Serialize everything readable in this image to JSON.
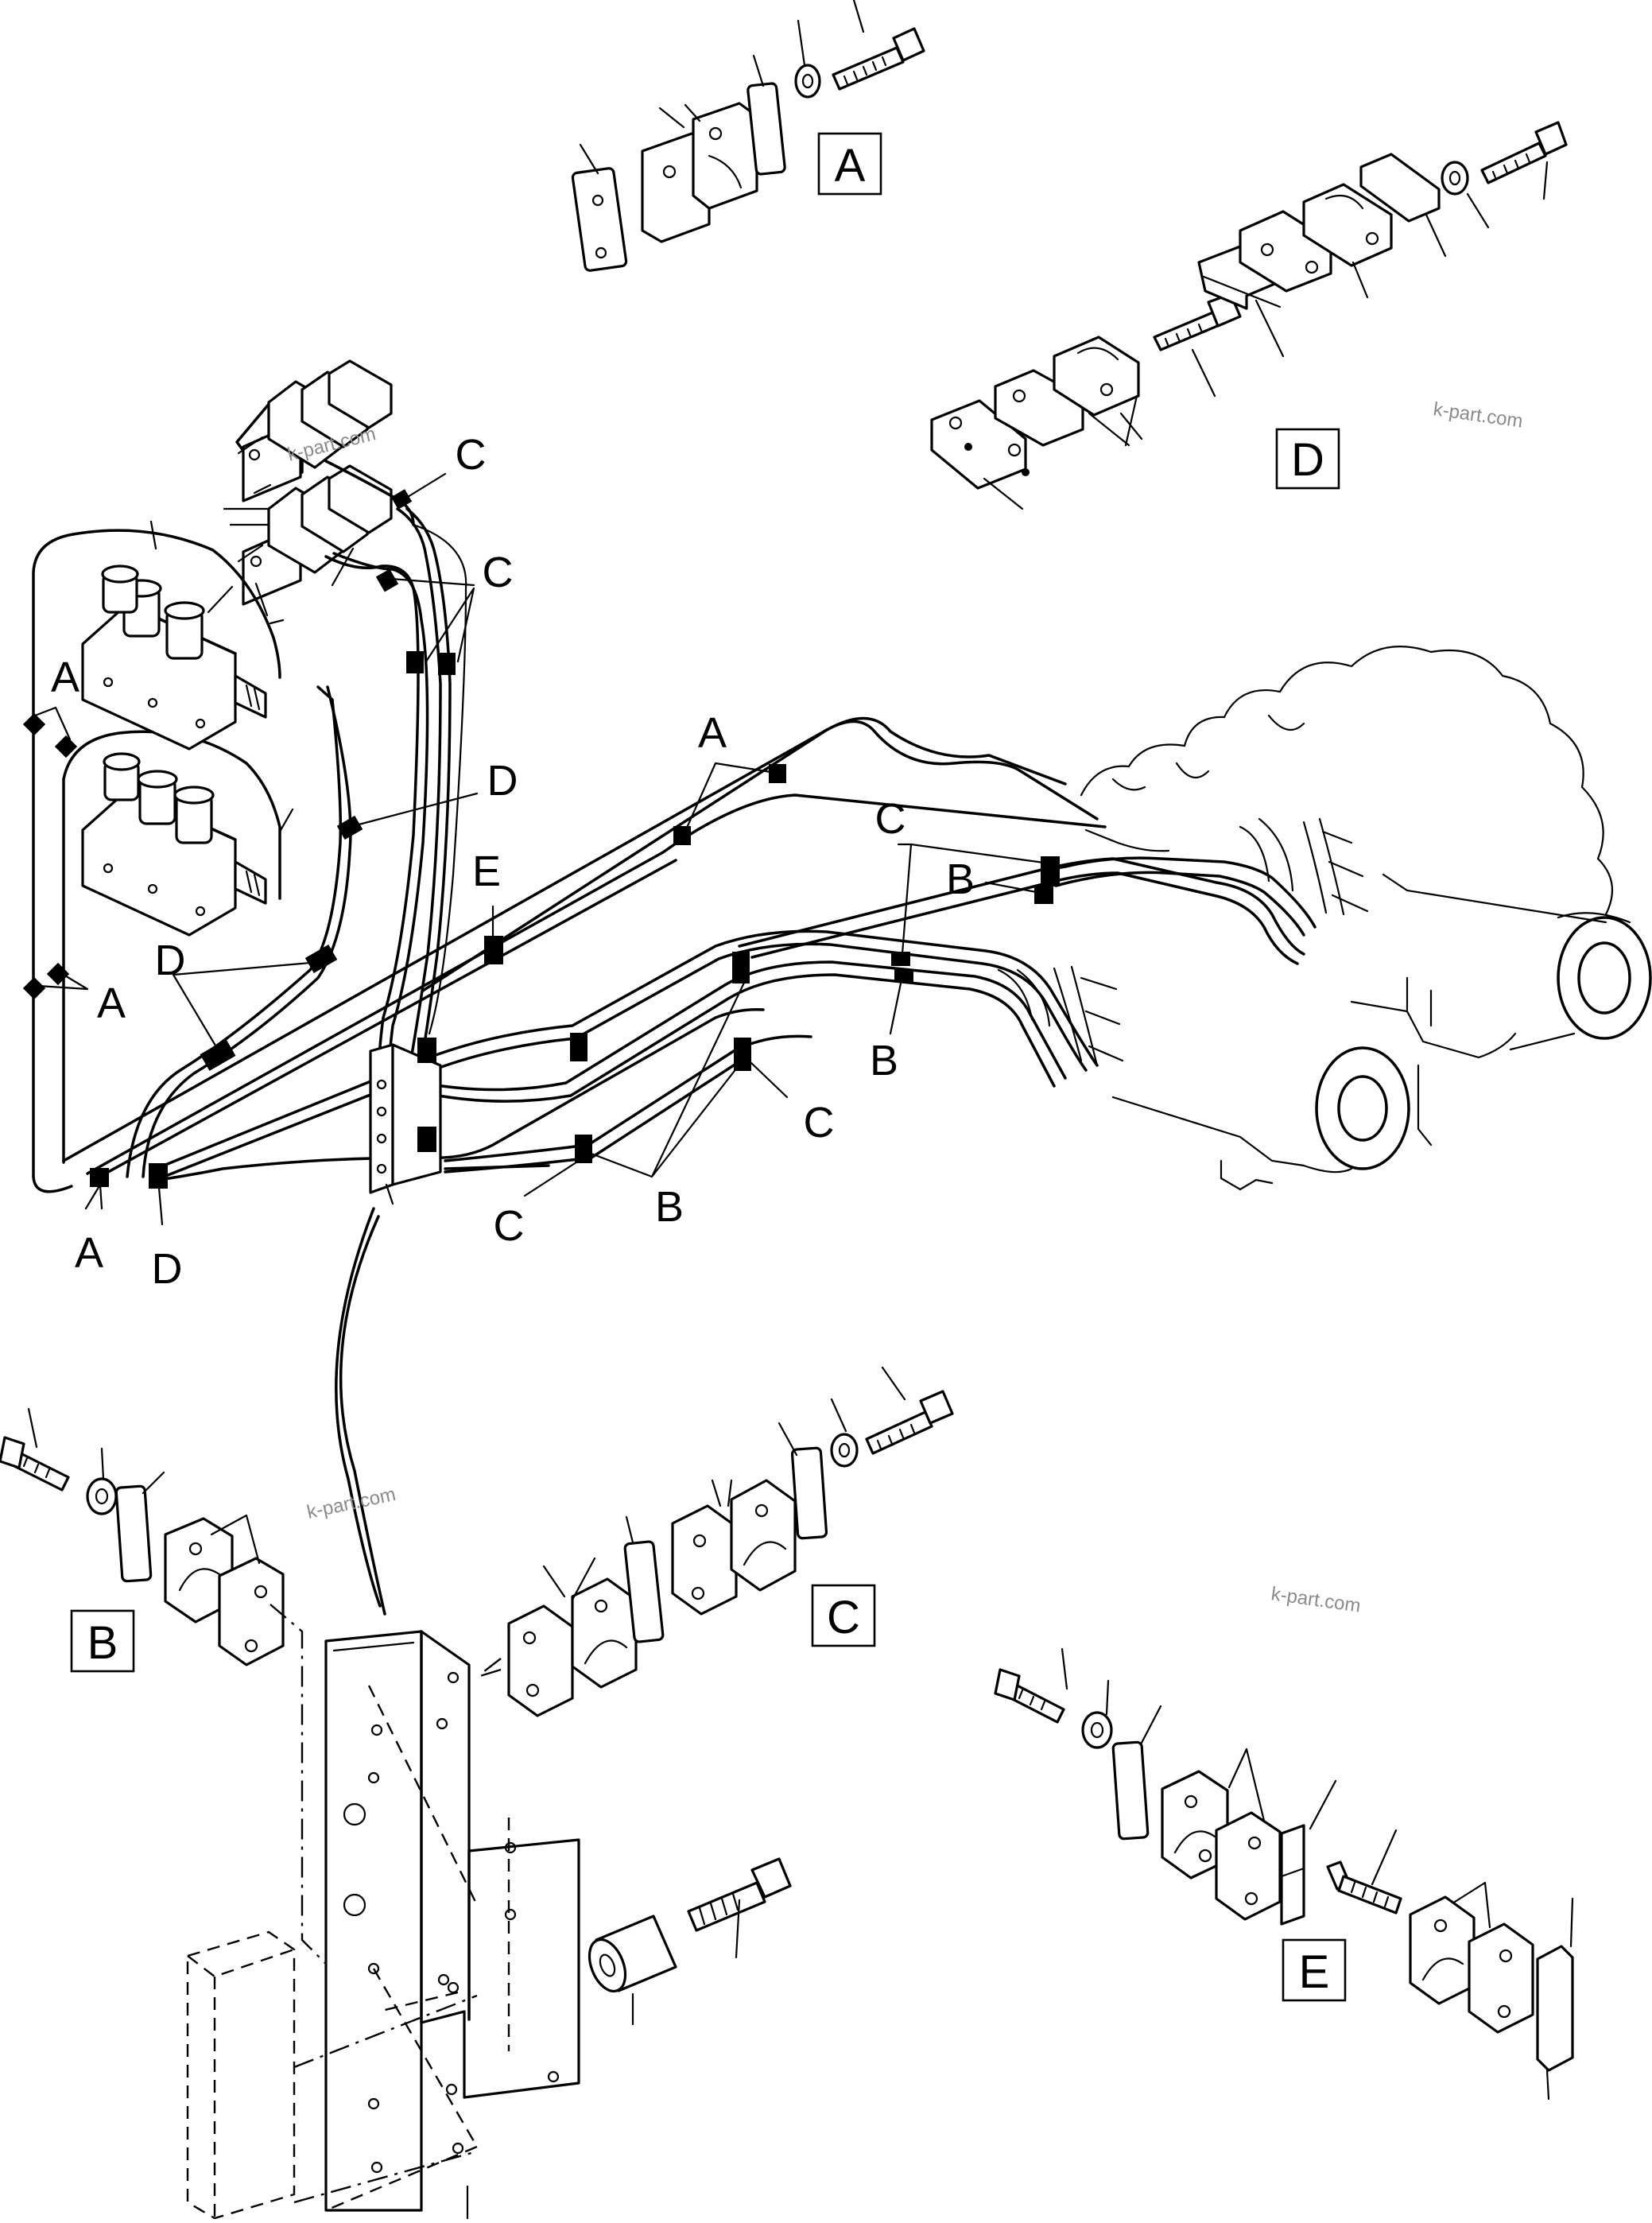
{
  "callouts": {
    "c1": "C",
    "c2": "C",
    "a1": "A",
    "d1": "D",
    "a2": "A",
    "d2": "D",
    "e1": "E",
    "a3": "A",
    "c3": "C",
    "b1": "B",
    "b2": "B",
    "c4": "C",
    "c5": "C",
    "b3": "B",
    "a4": "A",
    "d3": "D"
  },
  "detail_boxes": {
    "a": "A",
    "d": "D",
    "b": "B",
    "c": "C",
    "e": "E"
  },
  "watermarks": [
    "k-part.com",
    "k-part.com",
    "k-part.com",
    "k-part.com"
  ]
}
